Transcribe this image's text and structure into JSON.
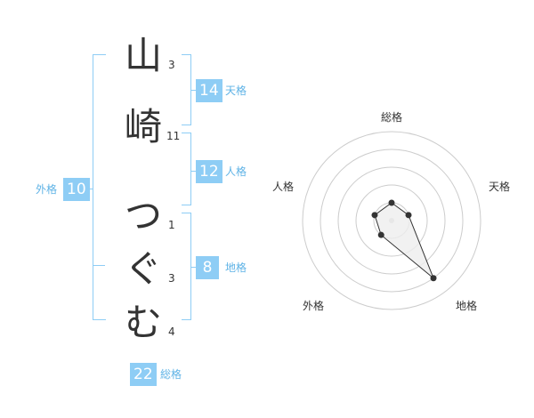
{
  "name": {
    "chars": [
      {
        "char": "山",
        "strokes": "3"
      },
      {
        "char": "崎",
        "strokes": "11"
      },
      {
        "char": "つ",
        "strokes": "1"
      },
      {
        "char": "ぐ",
        "strokes": "3"
      },
      {
        "char": "む",
        "strokes": "4"
      }
    ]
  },
  "kaku": {
    "tenkaku": {
      "value": "14",
      "label": "天格"
    },
    "jinkaku": {
      "value": "12",
      "label": "人格"
    },
    "chikaku": {
      "value": "8",
      "label": "地格"
    },
    "gaikaku": {
      "value": "10",
      "label": "外格"
    },
    "soukaku": {
      "value": "22",
      "label": "総格"
    }
  },
  "chart_data": {
    "type": "radar",
    "axes": [
      "総格",
      "天格",
      "地格",
      "外格",
      "人格"
    ],
    "values": [
      1,
      1,
      4,
      1,
      1
    ],
    "range": [
      0,
      5
    ],
    "rings": 5,
    "colors": {
      "fill": "#eeeeee",
      "line": "#333333",
      "grid": "#cccccc",
      "accent": "#8ecdf5"
    }
  }
}
